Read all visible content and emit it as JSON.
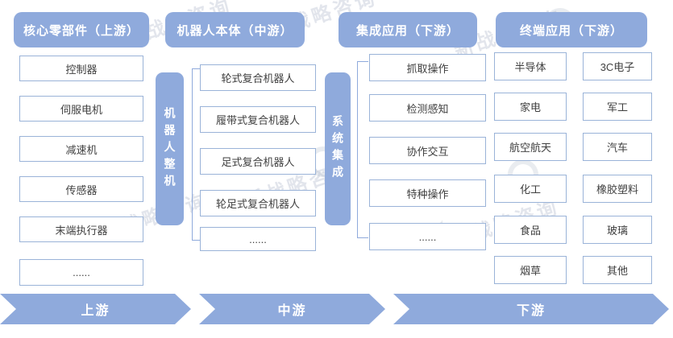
{
  "watermark": {
    "text": "新战略咨询"
  },
  "colors": {
    "accent_blue": "#8FAADC",
    "box_border": "#9AB3D8",
    "box_text": "#3F3F3F",
    "background": "#FFFFFF"
  },
  "headers": [
    {
      "label": "核心零部件（上游）"
    },
    {
      "label": "机器人本体（中游）"
    },
    {
      "label": "集成应用（下游）"
    },
    {
      "label": "终端应用（下游）"
    }
  ],
  "vertical_labels": {
    "robot_machine": "机器人整机",
    "system_integration": "系统集成"
  },
  "columns": {
    "core_components": [
      "控制器",
      "伺服电机",
      "减速机",
      "传感器",
      "末端执行器",
      "......"
    ],
    "robot_types": [
      "轮式复合机器人",
      "履带式复合机器人",
      "足式复合机器人",
      "轮足式复合机器人",
      "......"
    ],
    "applications": [
      "抓取操作",
      "检测感知",
      "协作交互",
      "特种操作",
      "......"
    ],
    "industries_left": [
      "半导体",
      "家电",
      "航空航天",
      "化工",
      "食品",
      "烟草"
    ],
    "industries_right": [
      "3C电子",
      "军工",
      "汽车",
      "橡胶塑料",
      "玻璃",
      "其他"
    ]
  },
  "stages": [
    "上游",
    "中游",
    "下游"
  ]
}
